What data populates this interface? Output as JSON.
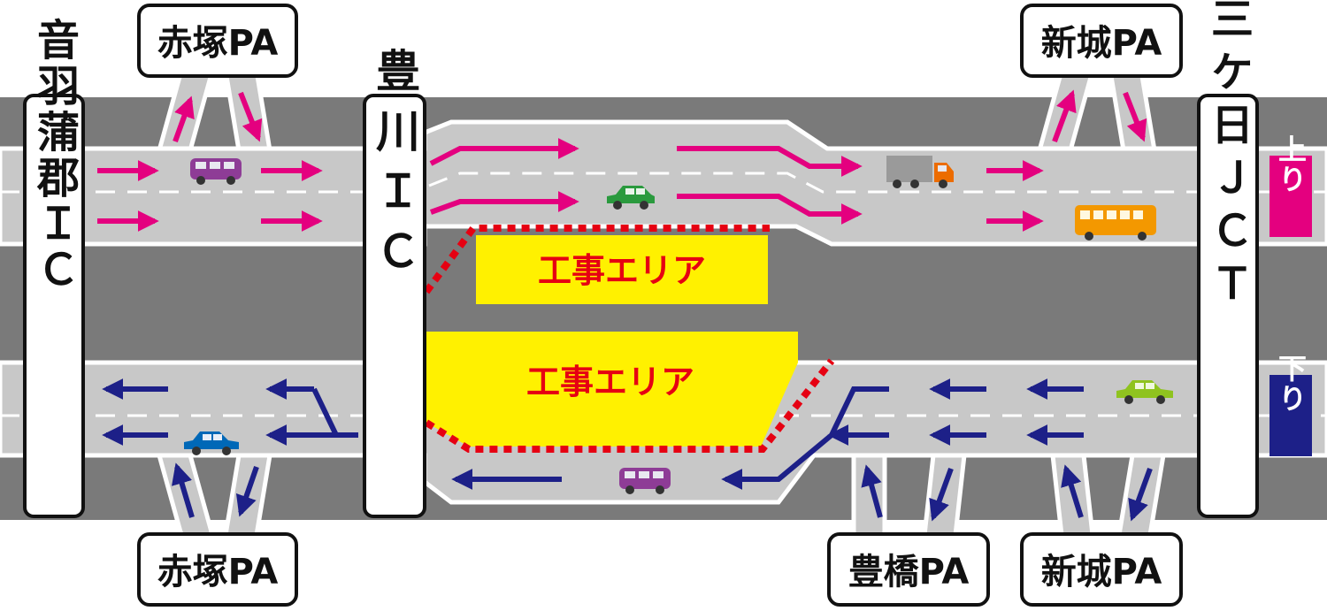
{
  "interchanges": {
    "left_ic": "音羽蒲郡ＩＣ",
    "center_ic": "豊川ＩＣ",
    "right_jct": "三ケ日ＪＣＴ"
  },
  "parking_areas": {
    "akatsuka_top": "赤塚PA",
    "shinshiro_top": "新城PA",
    "akatsuka_bottom": "赤塚PA",
    "toyohashi_bottom": "豊橋PA",
    "shinshiro_bottom": "新城PA"
  },
  "direction_badges": {
    "up": "上り",
    "down": "下り"
  },
  "construction_zones": {
    "upper": "工事エリア",
    "lower": "工事エリア"
  },
  "colors": {
    "road": "#c8c8c8",
    "median": "#7a7a7a",
    "up_arrow": "#e4007f",
    "down_arrow": "#1d2088",
    "construction_fill": "#fff100",
    "construction_border": "#e60012",
    "construction_text": "#e60012"
  }
}
